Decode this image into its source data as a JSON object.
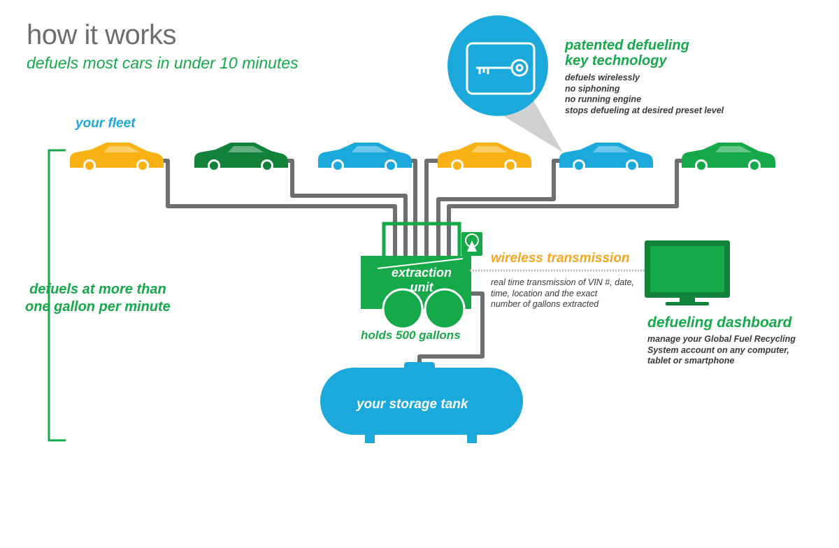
{
  "header": {
    "title": "how it works",
    "subtitle": "defuels most cars in under 10 minutes"
  },
  "fleet": {
    "label": "your fleet",
    "cars": [
      {
        "color": "#f9b216"
      },
      {
        "color": "#12813a"
      },
      {
        "color": "#1ba9dc"
      },
      {
        "color": "#f9b216"
      },
      {
        "color": "#1ba9dc"
      },
      {
        "color": "#16a94a"
      }
    ]
  },
  "rate": {
    "lines": [
      "defuels at more than",
      "one gallon per minute"
    ]
  },
  "key_technology": {
    "title_lines": [
      "patented defueling",
      "key technology"
    ],
    "features": [
      "defuels wirelessly",
      "no siphoning",
      "no running engine",
      "stops defueling at desired preset level"
    ],
    "icon": "key-icon"
  },
  "extraction_unit": {
    "label_lines": [
      "extraction",
      "unit"
    ],
    "capacity": "holds 500 gallons",
    "icon": "antenna-icon"
  },
  "wireless": {
    "title": "wireless transmission",
    "description_lines": [
      "real time transmission of VIN #, date,",
      "time, location and the exact",
      "number of gallons extracted"
    ]
  },
  "storage_tank": {
    "label": "your storage tank"
  },
  "dashboard": {
    "title": "defueling dashboard",
    "description_lines": [
      "manage your Global Fuel Recycling",
      "System account on any computer,",
      "tablet or smartphone"
    ],
    "icon": "monitor-icon"
  },
  "colors": {
    "green": "#16a94a",
    "dark_green": "#12813a",
    "blue": "#1ba9dc",
    "yellow": "#f9b216",
    "orange": "#f5a623",
    "gray": "#6d6e70",
    "hose": "#6d6e70"
  }
}
